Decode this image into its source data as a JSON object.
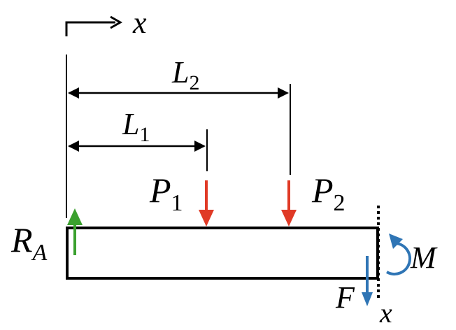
{
  "axis": {
    "label": "x"
  },
  "dimensions": [
    {
      "name": "L",
      "subscript": "2"
    },
    {
      "name": "L",
      "subscript": "1"
    }
  ],
  "loads": [
    {
      "name": "P",
      "subscript": "1",
      "color": "#e03a26"
    },
    {
      "name": "P",
      "subscript": "2",
      "color": "#e03a26"
    }
  ],
  "reaction": {
    "name": "R",
    "subscript": "A",
    "color": "#3aa02e"
  },
  "cut": {
    "shear_label": "F",
    "moment_label": "M",
    "section_label": "x",
    "color": "#2f75b5"
  }
}
